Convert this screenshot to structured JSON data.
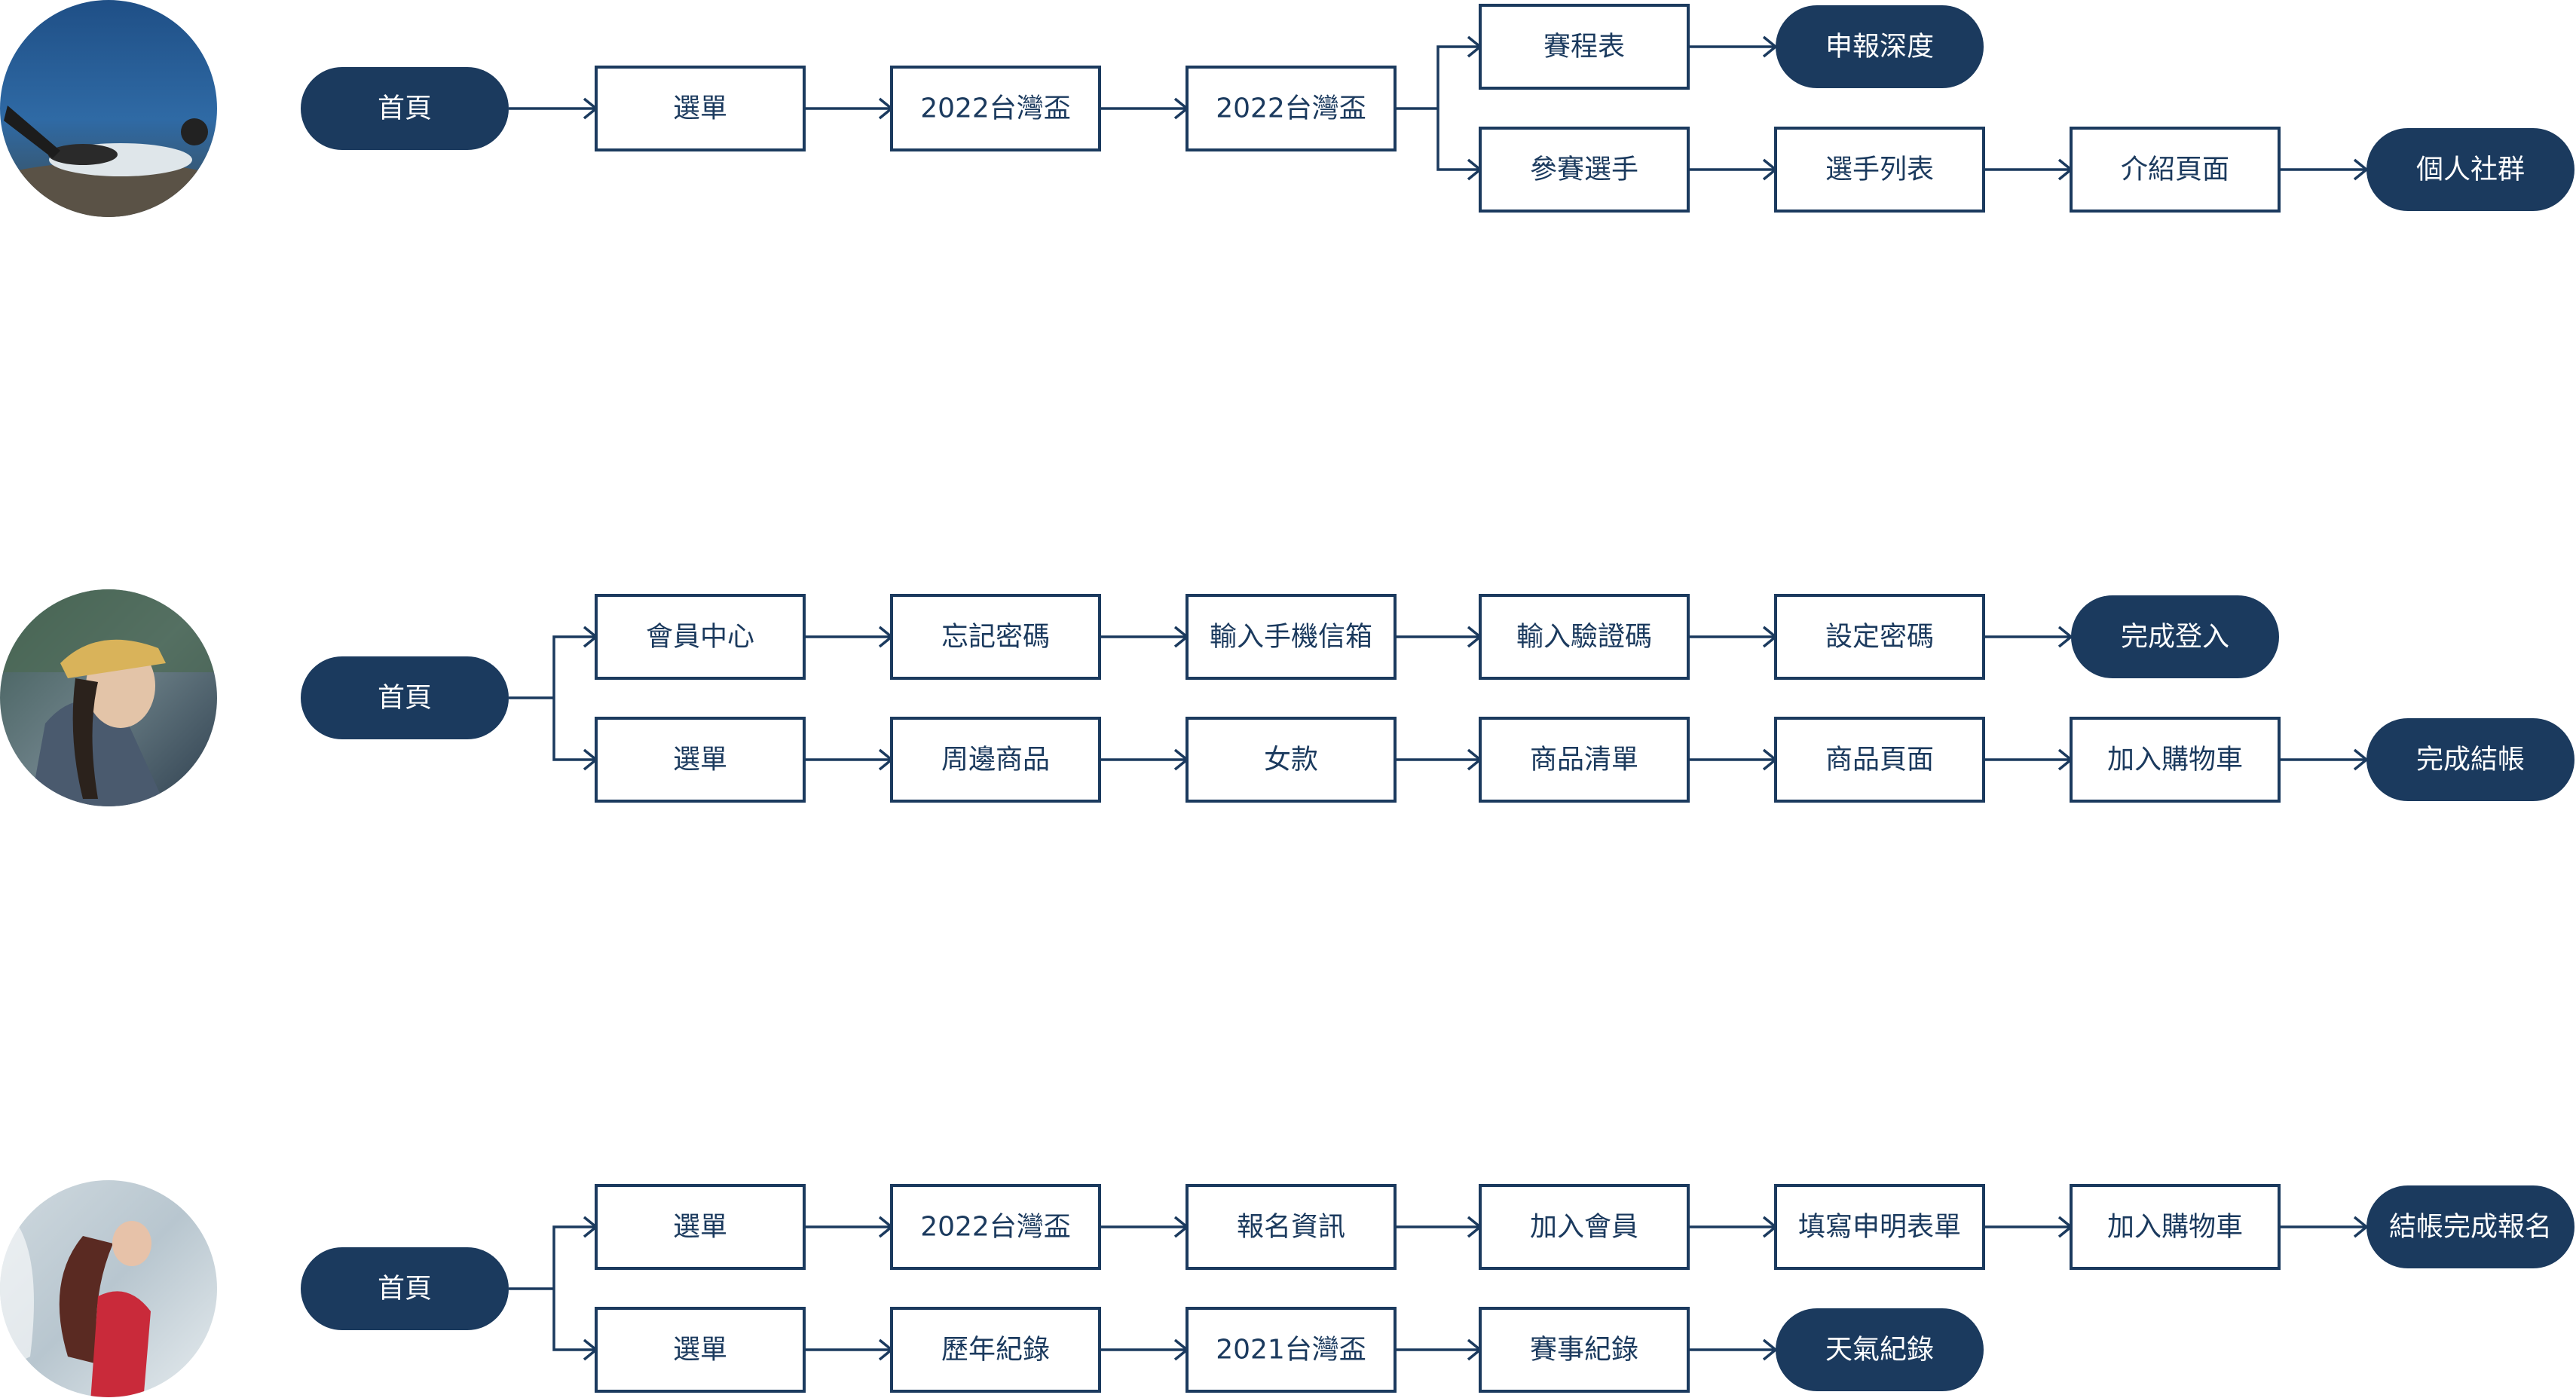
{
  "colors": {
    "primary": "#1b3a5e",
    "box_fill": "#ffffff",
    "pill_text": "#ffffff",
    "background": "#ffffff"
  },
  "personas": [
    {
      "avatar_icon": "diver-photo-icon",
      "nodes": {
        "start": {
          "label": "首頁",
          "kind": "pill"
        },
        "menu": {
          "label": "選單",
          "kind": "box"
        },
        "cup1": {
          "label": "2022台灣盃",
          "kind": "box"
        },
        "cup2": {
          "label": "2022台灣盃",
          "kind": "box"
        },
        "schedule": {
          "label": "賽程表",
          "kind": "box"
        },
        "depth": {
          "label": "申報深度",
          "kind": "pill"
        },
        "athletes": {
          "label": "參賽選手",
          "kind": "box"
        },
        "athlete_list": {
          "label": "選手列表",
          "kind": "box"
        },
        "intro": {
          "label": "介紹頁面",
          "kind": "box"
        },
        "social": {
          "label": "個人社群",
          "kind": "pill"
        }
      }
    },
    {
      "avatar_icon": "cap-girl-photo-icon",
      "nodes": {
        "start": {
          "label": "首頁",
          "kind": "pill"
        },
        "member": {
          "label": "會員中心",
          "kind": "box"
        },
        "forgot": {
          "label": "忘記密碼",
          "kind": "box"
        },
        "phone": {
          "label": "輸入手機信箱",
          "kind": "box"
        },
        "code": {
          "label": "輸入驗證碼",
          "kind": "box"
        },
        "setpw": {
          "label": "設定密碼",
          "kind": "box"
        },
        "login_done": {
          "label": "完成登入",
          "kind": "pill"
        },
        "menu": {
          "label": "選單",
          "kind": "box"
        },
        "merch": {
          "label": "周邊商品",
          "kind": "box"
        },
        "women": {
          "label": "女款",
          "kind": "box"
        },
        "product_list": {
          "label": "商品清單",
          "kind": "box"
        },
        "product_page": {
          "label": "商品頁面",
          "kind": "box"
        },
        "cart": {
          "label": "加入購物車",
          "kind": "box"
        },
        "checkout_done": {
          "label": "完成結帳",
          "kind": "pill"
        }
      }
    },
    {
      "avatar_icon": "red-dress-diver-photo-icon",
      "nodes": {
        "start": {
          "label": "首頁",
          "kind": "pill"
        },
        "menu1": {
          "label": "選單",
          "kind": "box"
        },
        "cup": {
          "label": "2022台灣盃",
          "kind": "box"
        },
        "signup_info": {
          "label": "報名資訊",
          "kind": "box"
        },
        "join": {
          "label": "加入會員",
          "kind": "box"
        },
        "form": {
          "label": "填寫申明表單",
          "kind": "box"
        },
        "cart": {
          "label": "加入購物車",
          "kind": "box"
        },
        "done": {
          "label": "結帳完成報名",
          "kind": "pill"
        },
        "menu2": {
          "label": "選單",
          "kind": "box"
        },
        "history": {
          "label": "歷年紀錄",
          "kind": "box"
        },
        "cup2021": {
          "label": "2021台灣盃",
          "kind": "box"
        },
        "records": {
          "label": "賽事紀錄",
          "kind": "box"
        },
        "weather": {
          "label": "天氣紀錄",
          "kind": "pill"
        }
      }
    }
  ]
}
